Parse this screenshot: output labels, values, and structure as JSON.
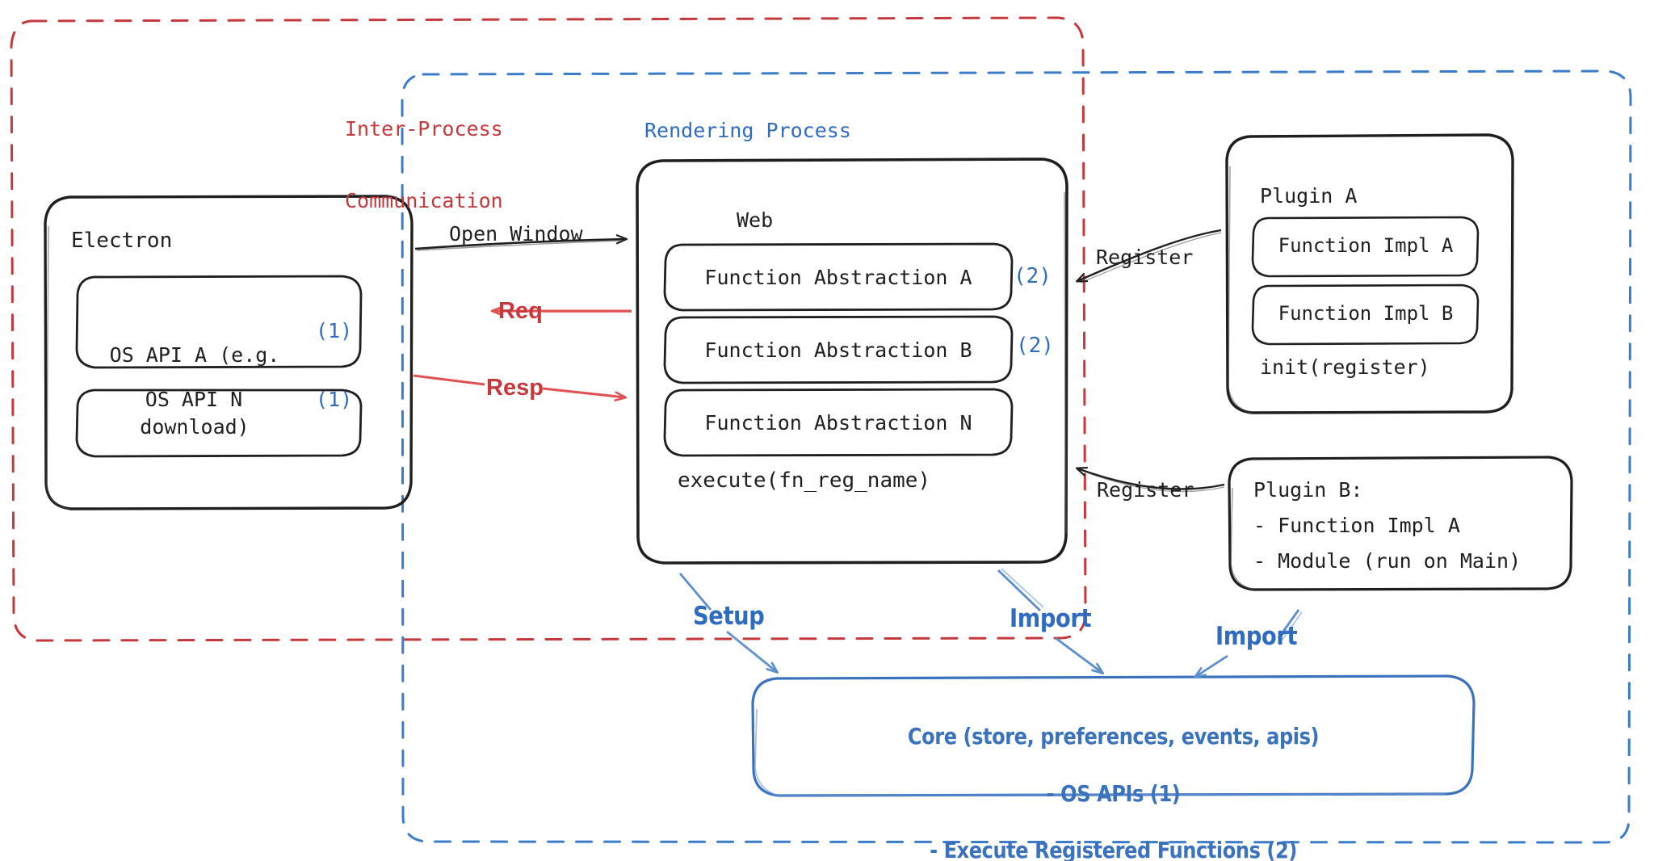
{
  "diagram": {
    "title_hint": "Electron plugin architecture diagram",
    "colors": {
      "stroke_black": "#1f1f1f",
      "accent_red": "#c5383b",
      "accent_blue": "#2f6bbf",
      "core_blue": "#3b72bd",
      "background": "#ffffff"
    },
    "containers": {
      "ipc": {
        "label": "Inter-Process\nCommunication",
        "label_line1": "Inter-Process",
        "label_line2": "Communication",
        "style": "dashed",
        "color": "#c5383b"
      },
      "rendering": {
        "label": "Rendering Process",
        "style": "dashed",
        "color": "#2f6bbf"
      }
    },
    "electron": {
      "title": "Electron",
      "items": [
        {
          "text": "OS API A (e.g.\ndownload)",
          "line1": "OS API A (e.g.",
          "line2": "download)",
          "badge": "(1)"
        },
        {
          "text": "OS API N",
          "line1": "OS API N",
          "line2": "",
          "badge": "(1)"
        }
      ]
    },
    "web": {
      "title": "Web",
      "items": [
        {
          "text": "Function Abstraction A",
          "badge": "(2)"
        },
        {
          "text": "Function Abstraction B",
          "badge": "(2)"
        },
        {
          "text": "Function Abstraction N",
          "badge": ""
        }
      ],
      "footer": "execute(fn_reg_name)"
    },
    "plugin_a": {
      "title": "Plugin A",
      "items": [
        {
          "text": "Function Impl A"
        },
        {
          "text": "Function Impl B"
        }
      ],
      "footer": "init(register)"
    },
    "plugin_b": {
      "title": "Plugin B:",
      "lines": [
        "- Function Impl A",
        "- Module (run on Main)"
      ]
    },
    "core": {
      "line1": "Core (store, preferences, events, apis)",
      "line2": "- OS APIs (1)",
      "line3": "- Execute Registered Functions (2)"
    },
    "arrows": {
      "open_window": "Open Window",
      "req": "Req",
      "resp": "Resp",
      "register_top": "Register",
      "register_bottom": "Register",
      "setup": "Setup",
      "import_left": "Import",
      "import_right": "Import"
    }
  }
}
